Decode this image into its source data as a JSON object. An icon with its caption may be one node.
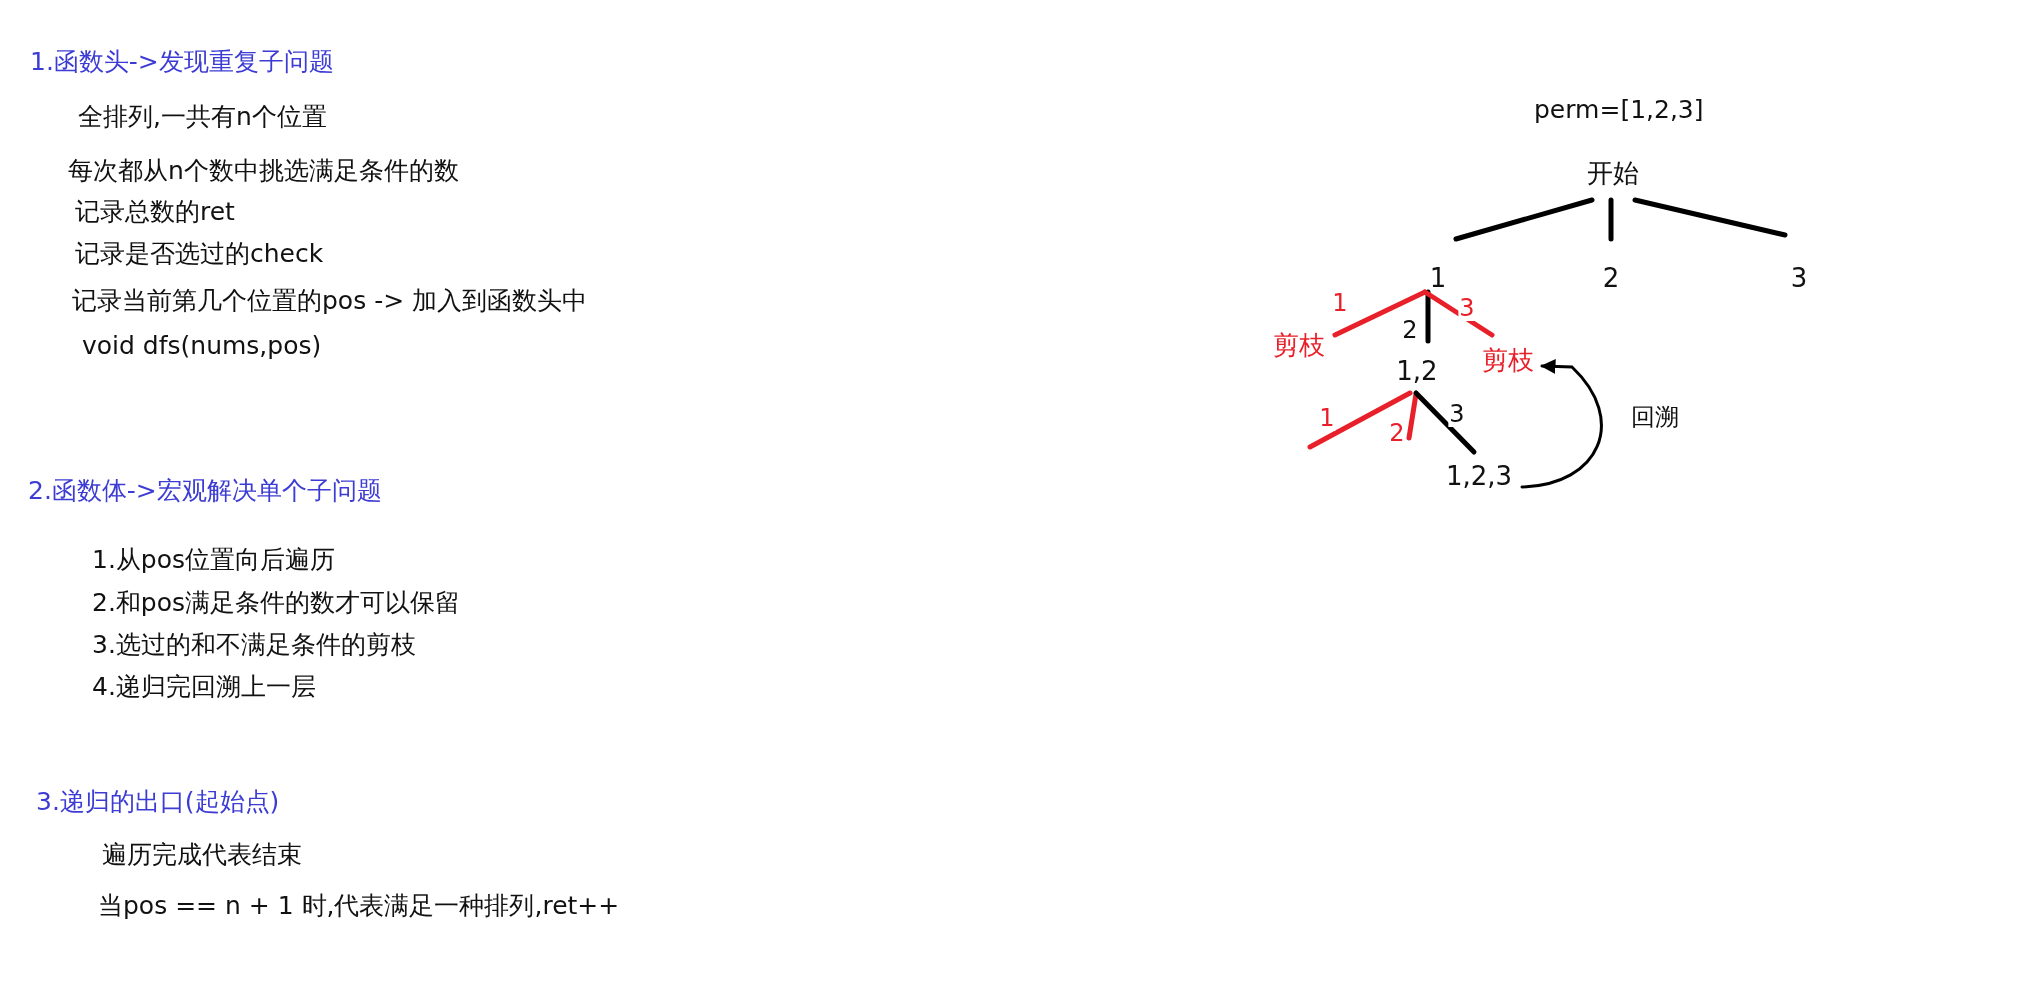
{
  "diagram": {
    "nodes": [
      {
        "text": [
          "开始"
        ]
      },
      {
        "text": [
          "1"
        ]
      },
      {
        "text": [
          "2"
        ]
      },
      {
        "text": [
          "3"
        ]
      },
      {
        "text": [
          "剪枝"
        ]
      },
      {
        "text": [
          "剪枝"
        ]
      },
      {
        "text": [
          "1,2"
        ]
      },
      {
        "text": [
          "1,2,3"
        ]
      }
    ],
    "edges": [
      {
        "from": 0,
        "to": 1,
        "arrow": "none"
      },
      {
        "from": 0,
        "to": 2,
        "arrow": "none"
      },
      {
        "from": 0,
        "to": 3,
        "arrow": "none"
      },
      {
        "from": 1,
        "to": 4,
        "arrow": "none",
        "label": "1",
        "color": "#e8202a"
      },
      {
        "from": 1,
        "to": 6,
        "arrow": "none",
        "label": "2"
      },
      {
        "from": 1,
        "to": 5,
        "arrow": "none",
        "label": "3",
        "color": "#e8202a"
      },
      {
        "from": 6,
        "to": null,
        "arrow": "none",
        "label": "1",
        "color": "#e8202a"
      },
      {
        "from": 6,
        "to": null,
        "arrow": "none",
        "label": "2",
        "color": "#e8202a"
      },
      {
        "from": 6,
        "to": 7,
        "arrow": "none",
        "label": "3"
      },
      {
        "from": 7,
        "to": 5,
        "arrow": "to",
        "label": "回溯"
      }
    ],
    "labels": [
      "1.函数头->发现重复子问题",
      "全排列,一共有n个位置",
      "每次都从n个数中挑选满足条件的数",
      "记录总数的ret",
      "记录是否选过的check",
      "记录当前第几个位置的pos -> 加入到函数头中",
      "void dfs(nums,pos)",
      "2.函数体->宏观解决单个子问题",
      "1.从pos位置向后遍历",
      "2.和pos满足条件的数才可以保留",
      "3.选过的和不满足条件的剪枝",
      "4.递归完回溯上一层",
      "3.递归的出口(起始点)",
      "遍历完成代表结束",
      "当pos == n + 1 时,代表满足一种排列,ret++",
      "perm=[1,2,3]"
    ]
  }
}
